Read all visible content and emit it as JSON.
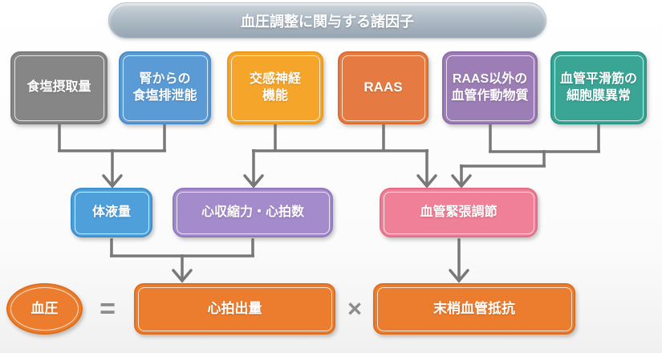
{
  "diagram": {
    "title": "血圧調整に関与する諸因子",
    "factors": [
      {
        "id": "salt-intake",
        "label": "食塩摂取量",
        "color": "#868686"
      },
      {
        "id": "renal-salt-excretion",
        "label": "腎からの\n食塩排泄能",
        "color": "#5B9BD5"
      },
      {
        "id": "sympathetic-function",
        "label": "交感神経\n機能",
        "color": "#F6A52B"
      },
      {
        "id": "raas",
        "label": "RAAS",
        "color": "#E57B42"
      },
      {
        "id": "non-raas-vasoactive",
        "label": "RAAS以外の\n血管作動物質",
        "color": "#9C7DB5"
      },
      {
        "id": "vsm-membrane",
        "label": "血管平滑筋の\n細胞膜異常",
        "color": "#3AA495"
      }
    ],
    "intermediates": [
      {
        "id": "body-fluid-volume",
        "label": "体液量",
        "color": "#4E9FDA"
      },
      {
        "id": "contractility-hr",
        "label": "心収縮力・心拍数",
        "color": "#A48CCC"
      },
      {
        "id": "vascular-tone",
        "label": "血管緊張調節",
        "color": "#EF8097"
      }
    ],
    "equation": {
      "result_label": "血圧",
      "equals_sign": "=",
      "cardiac_output_label": "心拍出量",
      "times_sign": "×",
      "peripheral_resistance_label": "末梢血管抵抗",
      "accent_color": "#EC7D2E"
    },
    "connections": [
      {
        "from": [
          "salt-intake",
          "renal-salt-excretion"
        ],
        "to": [
          "body-fluid-volume"
        ]
      },
      {
        "from": [
          "sympathetic-function",
          "raas"
        ],
        "to": [
          "contractility-hr",
          "vascular-tone"
        ]
      },
      {
        "from": [
          "non-raas-vasoactive",
          "vsm-membrane"
        ],
        "to": [
          "vascular-tone"
        ]
      },
      {
        "from": [
          "body-fluid-volume",
          "contractility-hr"
        ],
        "to": [
          "cardiac-output"
        ]
      },
      {
        "from": [
          "vascular-tone"
        ],
        "to": [
          "peripheral-resistance"
        ]
      }
    ],
    "connector_color": "#787878",
    "title_gradient": [
      "#ccd4db",
      "#96a5b2"
    ]
  }
}
